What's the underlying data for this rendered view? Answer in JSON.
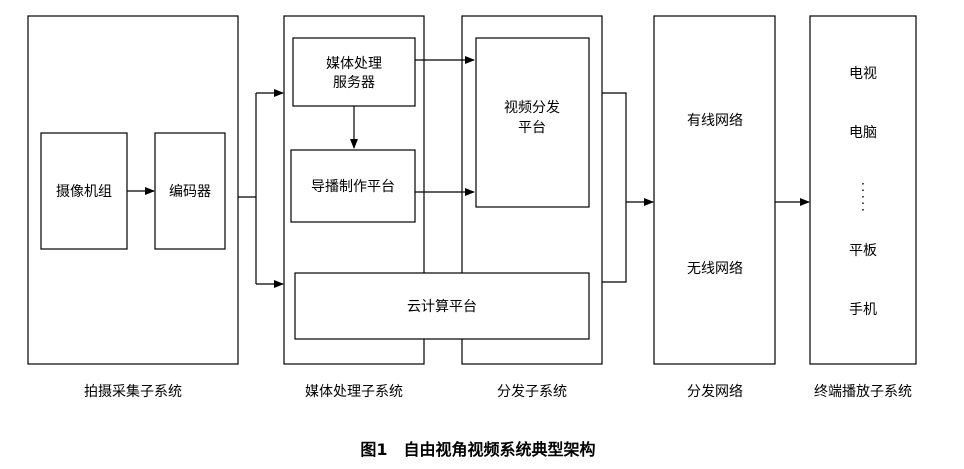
{
  "subsystems": {
    "capture": {
      "label": "拍摄采集子系统",
      "camera": "摄像机组",
      "encoder": "编码器"
    },
    "media": {
      "label": "媒体处理子系统",
      "server_line1": "媒体处理",
      "server_line2": "服务器",
      "director": "导播制作平台",
      "cloud": "云计算平台"
    },
    "distribution": {
      "label": "分发子系统",
      "platform_line1": "视频分发",
      "platform_line2": "平台"
    },
    "network": {
      "label": "分发网络",
      "wired": "有线网络",
      "wireless": "无线网络"
    },
    "terminal": {
      "label": "终端播放子系统",
      "devices": [
        "电视",
        "电脑",
        "平板",
        "手机"
      ],
      "ellipsis": "⋮"
    }
  },
  "caption": "图1　自由视角视频系统典型架构"
}
